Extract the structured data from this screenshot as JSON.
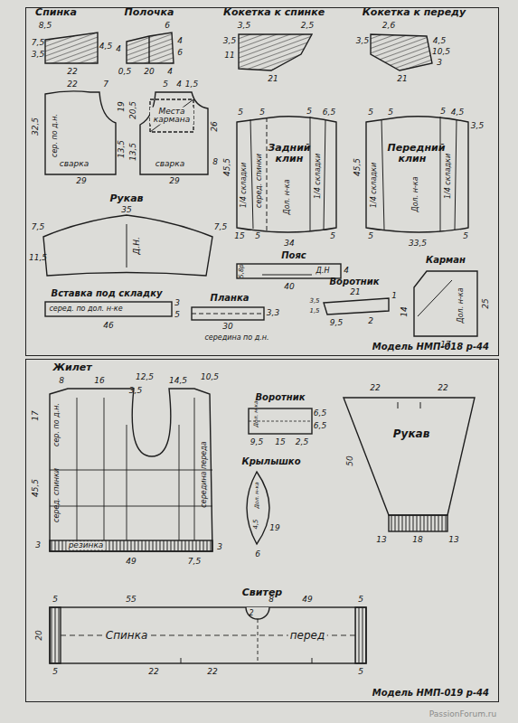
{
  "diagram": {
    "nodes": [
      {
        "text": [
          "Модель НМП-018 р-44"
        ]
      },
      {
        "text": [
          "Модель НМП-019 р-44"
        ]
      }
    ],
    "labels": [
      "Спинка",
      "8,5",
      "7,5",
      "3,5",
      "4,5",
      "22",
      "Полочка",
      "6",
      "4",
      "4",
      "6",
      "0,5",
      "20",
      "4",
      "Кокетка к спинке",
      "3,5",
      "2,5",
      "3,5",
      "11",
      "21",
      "Кокетка к переду",
      "2,6",
      "3,5",
      "4,5",
      "10,5",
      "3",
      "21",
      "22",
      "7",
      "32,5",
      "сер. по д.н.",
      "19",
      "13,5",
      "сварка",
      "29",
      "5",
      "4",
      "1,5",
      "20,5",
      "13,5",
      "Места кармана",
      "26",
      "8",
      "сварка",
      "29",
      "5",
      "5",
      "5",
      "6,5",
      "Задний клин",
      "45,5",
      "1/4 складки",
      "серед. спинки",
      "Дол. н-ка",
      "1/4 складки",
      "15",
      "5",
      "34",
      "5",
      "5",
      "5",
      "5",
      "4,5",
      "3,5",
      "Передний клин",
      "45,5",
      "1/4 складки",
      "Дол. н-ка",
      "1/4 складки",
      "5",
      "33,5",
      "5",
      "Рукав",
      "35",
      "7,5",
      "7,5",
      "11,5",
      "Д.Н.",
      "Пояс",
      "5,8р",
      "Д.Н",
      "4",
      "40",
      "Вставка под складку",
      "серед. по дол. н-ке",
      "3",
      "5",
      "46",
      "Планка",
      "3,3",
      "30",
      "середина по д.н.",
      "Воротник",
      "21",
      "1",
      "3,5",
      "1,5",
      "9,5",
      "2",
      "Карман",
      "14",
      "Дол. н-ка",
      "25",
      "17",
      "Жилет",
      "8",
      "16",
      "12,5",
      "3,5",
      "14,5",
      "10,5",
      "17",
      "сер. по д.н.",
      "45,5",
      "серед. спинки",
      "середина переда",
      "3",
      "резинка",
      "49",
      "7,5",
      "3",
      "Воротник",
      "Дол. н-ка",
      "6,5",
      "6,5",
      "9,5",
      "15",
      "2,5",
      "Крылышко",
      "Дол. н-ка",
      "4,5",
      "19",
      "6",
      "Рукав",
      "22",
      "22",
      "50",
      "13",
      "18",
      "13",
      "Свитер",
      "5",
      "55",
      "2",
      "8",
      "49",
      "5",
      "20",
      "Спинка",
      "перед",
      "5",
      "22",
      "22",
      "5",
      "PassionForum.ru"
    ]
  }
}
